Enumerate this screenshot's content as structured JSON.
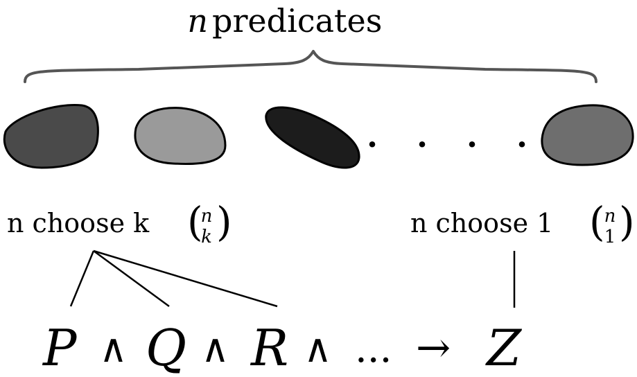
{
  "title": {
    "variable": "n",
    "word": "predicates"
  },
  "blob_fills": [
    "#4a4a4a",
    "#9a9a9a",
    "#1c1c1c",
    "#6e6e6e"
  ],
  "dots": ". . . .",
  "left_label": {
    "text": "n choose k",
    "binom_top": "n",
    "binom_bottom": "k"
  },
  "right_label": {
    "text": "n choose 1",
    "binom_top": "n",
    "binom_bottom": "1"
  },
  "formula": {
    "p": "P",
    "and1": "∧",
    "q": "Q",
    "and2": "∧",
    "r": "R",
    "and3": "∧",
    "ellipsis": "...",
    "arrow": "→",
    "z": "Z"
  }
}
